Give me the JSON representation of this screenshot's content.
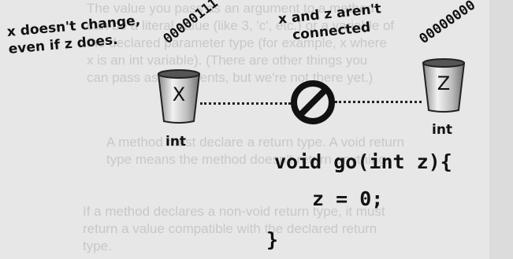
{
  "background": {
    "color": "#e7e7e7",
    "faint_text": [
      "The value you pass as an argument to a method",
      "can be a literal value (like 3, 'c', etc.) or a variable of",
      "the declared parameter type (for example, x where",
      "x is an int variable). (There are other things you",
      "can pass as arguments, but we're not there yet.)",
      "A method must declare a return type. A void return",
      "type means the method doesn't return anything.",
      "If a method declares a non-void return type, it must",
      "return a value compatible with the declared return",
      "type."
    ]
  },
  "annotations": {
    "left_note_line1": "x doesn't change,",
    "left_note_line2": "even if z does.",
    "middle_note_line1": "x and z aren't",
    "middle_note_line2": "connected"
  },
  "variables": {
    "x": {
      "label": "X",
      "type": "int",
      "bits": "00000111"
    },
    "z": {
      "label": "Z",
      "type": "int",
      "bits": "00000000"
    }
  },
  "code": {
    "line1": "void go(int z){",
    "line2": "z = 0;",
    "line3": "}"
  },
  "icons": {
    "no_symbol": "prohibition-icon",
    "cup": "cup-icon"
  }
}
